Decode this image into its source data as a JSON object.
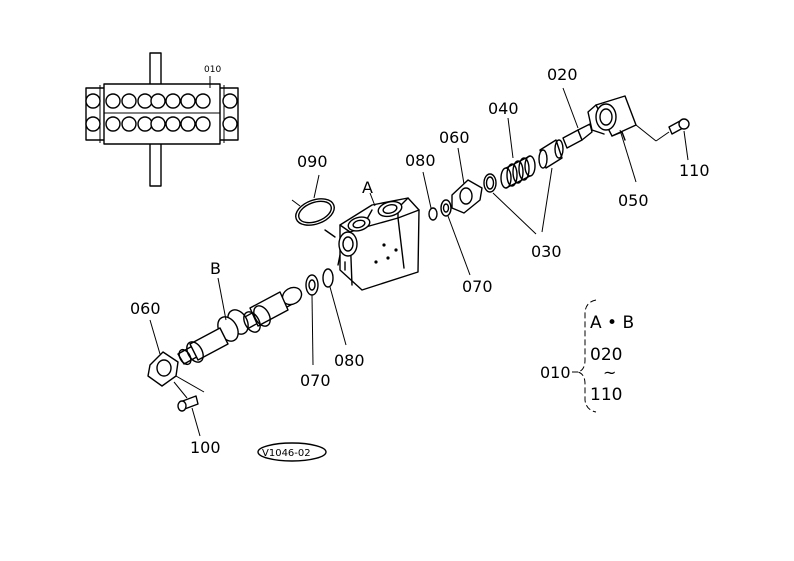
{
  "labels": {
    "l010_top": "010",
    "l020": "020",
    "l040": "040",
    "l060_top": "060",
    "l080_top": "080",
    "l090": "090",
    "lA": "A",
    "l050": "050",
    "l110": "110",
    "l030": "030",
    "l070_top": "070",
    "lB": "B",
    "l060_left": "060",
    "l070_bottom": "070",
    "l080_bottom": "080",
    "l100": "100",
    "code": "V1046-02"
  },
  "legend": {
    "root": "010",
    "line1": "A • B",
    "line2": "020",
    "line3": "~",
    "line4": "110"
  }
}
